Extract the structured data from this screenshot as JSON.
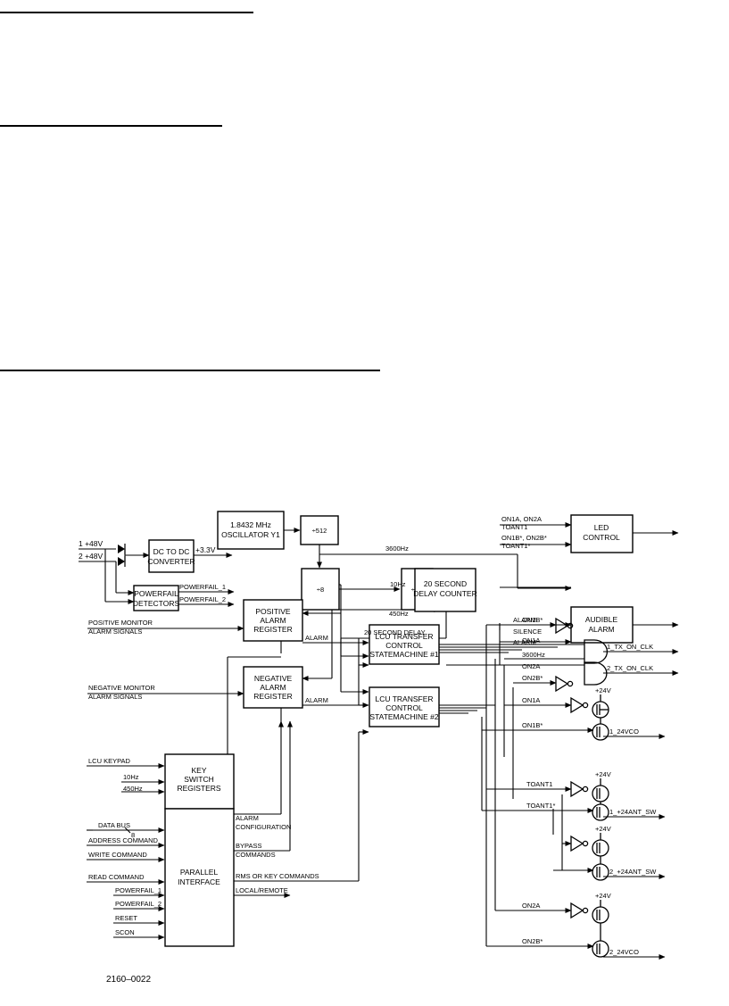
{
  "figure_number": "2160–0022",
  "blocks": {
    "oscillator": [
      "1.8432 MHz",
      "OSCILLATOR Y1"
    ],
    "div512": "÷512",
    "div8": "÷8",
    "div45": "÷45",
    "delay_counter": [
      "20 SECOND",
      "DELAY COUNTER"
    ],
    "dc_converter": [
      "DC TO DC",
      "CONVERTER"
    ],
    "powerfail_detectors": [
      "POWERFAIL",
      "DETECTORS"
    ],
    "led_control": [
      "LED",
      "CONTROL"
    ],
    "audible_alarm": [
      "AUDIBLE",
      "ALARM"
    ],
    "positive_register": [
      "POSITIVE",
      "ALARM",
      "REGISTER"
    ],
    "negative_register": [
      "NEGATIVE",
      "ALARM",
      "REGISTER"
    ],
    "statemachine1": [
      "LCU TRANSFER",
      "CONTROL",
      "STATEMACHINE #1"
    ],
    "statemachine2": [
      "LCU TRANSFER",
      "CONTROL",
      "STATEMACHINE #2"
    ],
    "key_switch": [
      "KEY",
      "SWITCH",
      "REGISTERS"
    ],
    "parallel_interface": [
      "PARALLEL",
      "INTERFACE"
    ]
  },
  "signals": {
    "v48_1": "1  +48V",
    "v48_2": "2  +48V",
    "v33": "+3.3V",
    "pf1": "POWERFAIL_1",
    "pf2": "POWERFAIL_2",
    "hz3600": "3600Hz",
    "hz10": "10Hz",
    "hz450": "450Hz",
    "delay20": "20 SECOND DELAY",
    "alarm": "ALARM",
    "silence": "SILENCE",
    "led_in1": [
      "ON1A, ON2A",
      "TOANT1"
    ],
    "led_in2": [
      "ON1B*, ON2B*",
      "TOANT1*"
    ],
    "pos_monitor": [
      "POSITIVE MONITOR",
      "ALARM SIGNALS"
    ],
    "neg_monitor": [
      "NEGATIVE MONITOR",
      "ALARM SIGNALS"
    ],
    "lcu_keypad": "LCU KEYPAD",
    "data_bus": "DATA BUS",
    "bus_width": "8",
    "address_cmd": "ADDRESS COMMAND",
    "write_cmd": "WRITE COMMAND",
    "read_cmd": "READ COMMAND",
    "reset": "RESET",
    "scon": "SCON",
    "alarm_config": [
      "ALARM",
      "CONFIGURATION"
    ],
    "bypass": [
      "BYPASS",
      "COMMANDS"
    ],
    "rms": "RMS OR KEY COMMANDS",
    "local_remote": "LOCAL/REMOTE",
    "on1b": "ON1B*",
    "on1a": "ON1A",
    "on2a": "ON2A",
    "on2b": "ON2B*",
    "toant1": "TOANT1",
    "toant1n": "TOANT1*",
    "plus24": "+24V",
    "tx1": "1_TX_ON_CLK",
    "tx2": "2_TX_ON_CLK",
    "vco1": "1_24VCO",
    "vco2": "2_24VCO",
    "ant1": "1_+24ANT_SW",
    "ant2": "2_+24ANT_SW"
  }
}
